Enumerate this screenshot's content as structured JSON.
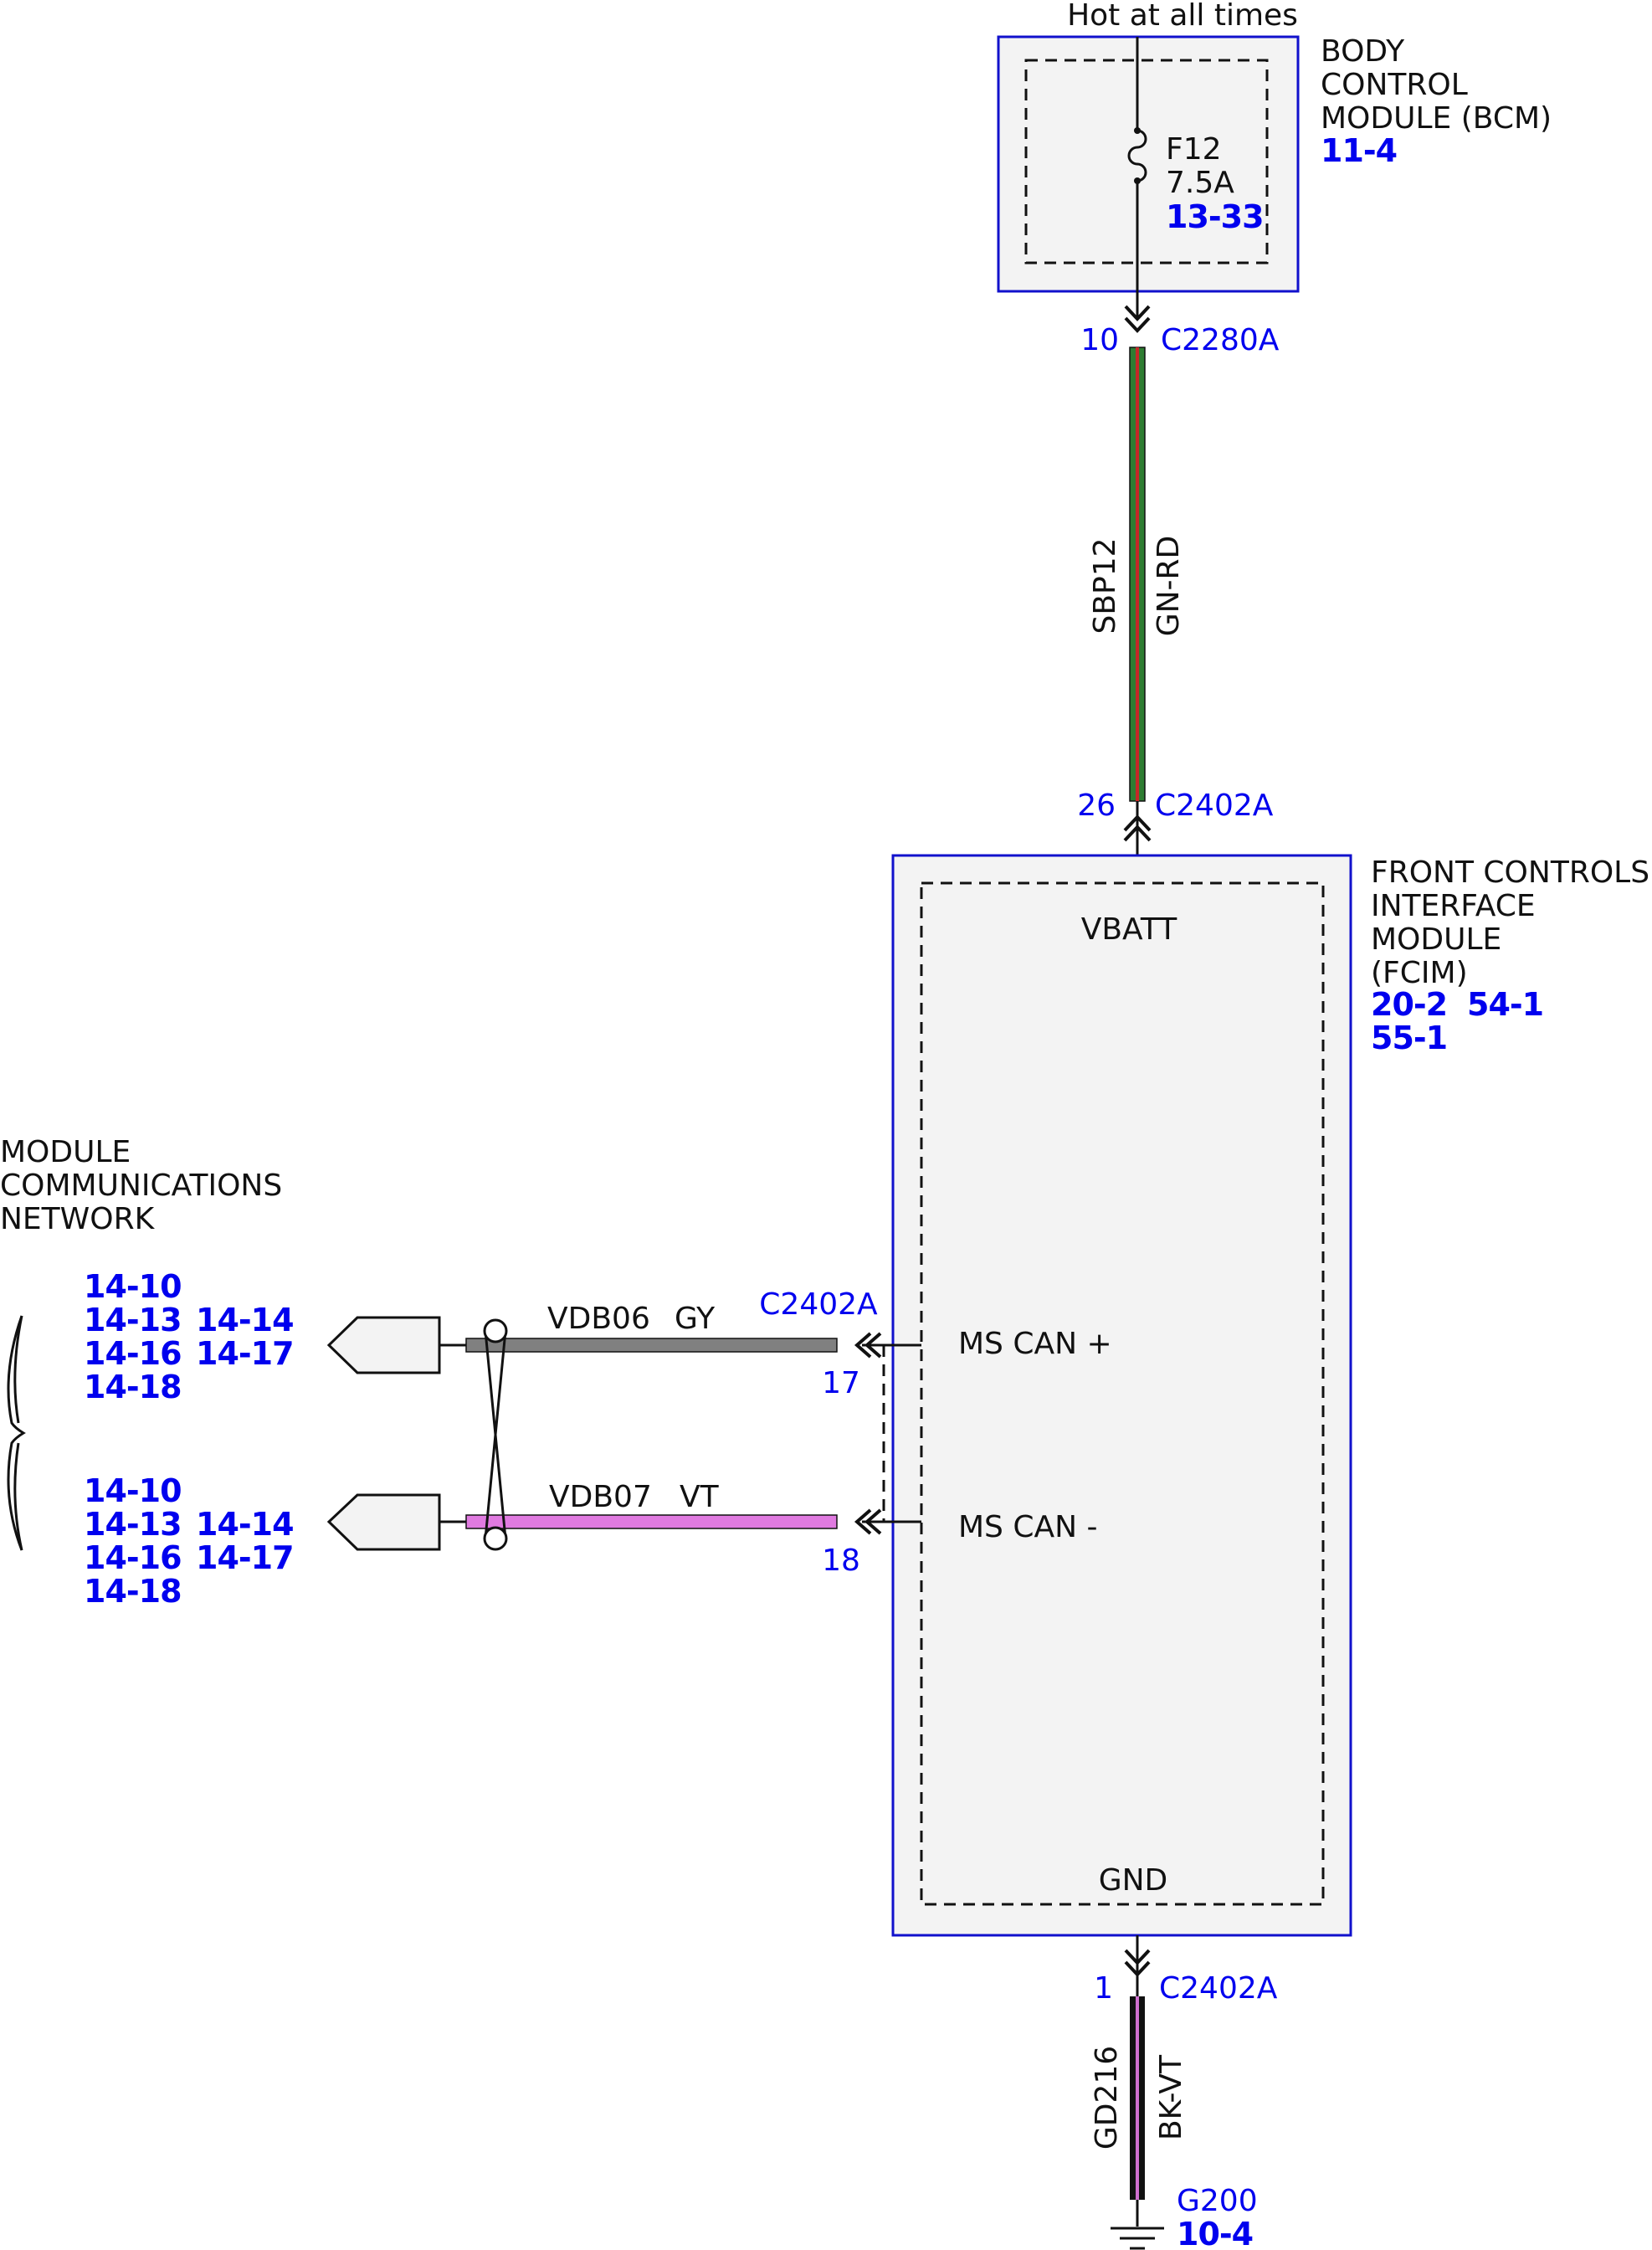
{
  "supply": {
    "label": "Hot at all times"
  },
  "bcm": {
    "name_lines": [
      "BODY",
      "CONTROL",
      "MODULE (BCM)"
    ],
    "ref": "11-4",
    "fuse": {
      "name": "F12",
      "rating": "7.5A",
      "ref": "13-33"
    },
    "connector": {
      "pin": "10",
      "name": "C2280A"
    }
  },
  "power_wire": {
    "circuit": "SBP12",
    "color_code": "GN-RD",
    "color": "#2e7d32",
    "stripe": "#c62828"
  },
  "fcim": {
    "name_lines": [
      "FRONT CONTROLS",
      "INTERFACE",
      "MODULE",
      "(FCIM)"
    ],
    "refs": [
      "20-2",
      "54-1",
      "55-1"
    ],
    "pins": {
      "vbatt": "VBATT",
      "can_plus": "MS CAN +",
      "can_minus": "MS CAN -",
      "gnd": "GND"
    },
    "top_connector": {
      "pin": "26",
      "name": "C2402A"
    },
    "can_connector": {
      "name": "C2402A",
      "pin_plus": "17",
      "pin_minus": "18"
    },
    "bottom_connector": {
      "pin": "1",
      "name": "C2402A"
    }
  },
  "network": {
    "title_lines": [
      "MODULE",
      "COMMUNICATIONS",
      "NETWORK"
    ],
    "refs_upper": [
      "14-10",
      "14-13",
      "14-14",
      "14-16",
      "14-17",
      "14-18"
    ],
    "refs_lower": [
      "14-10",
      "14-13",
      "14-14",
      "14-16",
      "14-17",
      "14-18"
    ]
  },
  "can_plus_wire": {
    "circuit": "VDB06",
    "color_code": "GY",
    "color": "#808080"
  },
  "can_minus_wire": {
    "circuit": "VDB07",
    "color_code": "VT",
    "color": "#e07ae0"
  },
  "ground_wire": {
    "circuit": "GD216",
    "color_code": "BK-VT",
    "color": "#111111",
    "stripe": "#d070d0"
  },
  "ground": {
    "name": "G200",
    "ref": "10-4"
  }
}
